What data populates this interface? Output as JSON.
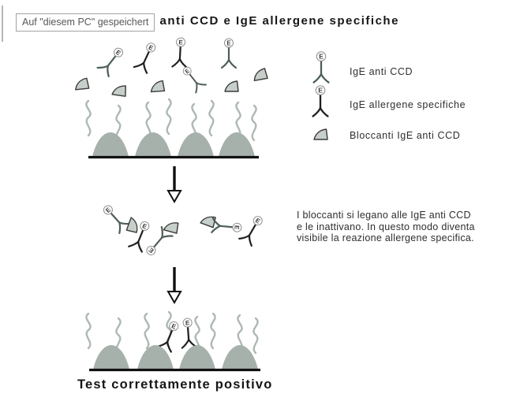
{
  "tooltip": {
    "text": "Auf \"diesem PC\" gespeichert"
  },
  "title": "IgE anti CCD e IgE allergene specifiche",
  "legend": {
    "items": [
      {
        "icon": "ige-anti-ccd-antibody-icon",
        "label": "IgE anti CCD"
      },
      {
        "icon": "ige-allergene-specifiche-antibody-icon",
        "label": "IgE allergene specifiche"
      },
      {
        "icon": "blocker-icon",
        "label": "Bloccanti IgE anti CCD"
      }
    ]
  },
  "annotation": {
    "lines": [
      "I bloccanti si legano alle IgE anti CCD",
      "e le inattivano. In questo modo diventa",
      "visibile la reazione allergene specifica."
    ]
  },
  "caption": "Test correttamente positivo",
  "antibody_label": "E",
  "colors": {
    "antibody_gray": "#4d5f57",
    "antibody_black": "#1f1f1f",
    "blocker_fill": "#c6cfc9",
    "hump_fill": "#a6b1ab",
    "squiggle": "#aeb8b1",
    "baseline": "#111111",
    "tooltip_border": "#a3a3a3",
    "tooltip_text": "#585858"
  }
}
